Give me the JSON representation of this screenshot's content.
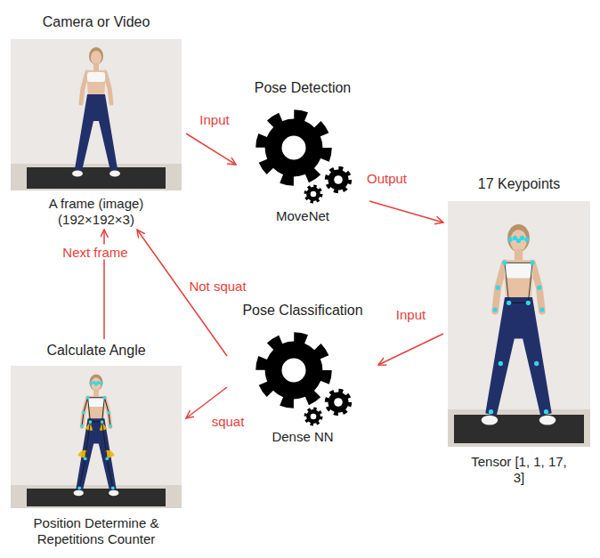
{
  "diagram": {
    "nodes": [
      {
        "text": [
          "Camera or Video",
          "A frame (image) (192×192×3)"
        ]
      },
      {
        "text": [
          "Pose Detection",
          "MoveNet"
        ]
      },
      {
        "text": [
          "17 Keypoints",
          "Tensor [1, 1, 17, 3]"
        ]
      },
      {
        "text": [
          "Pose Classification",
          "Dense NN"
        ]
      },
      {
        "text": [
          "Calculate Angle",
          "Position Determine & Repetitions Counter"
        ]
      }
    ],
    "edges": [
      {
        "from": 0,
        "to": 1,
        "label": "Input",
        "arrow": "to"
      },
      {
        "from": 1,
        "to": 2,
        "label": "Output",
        "arrow": "to"
      },
      {
        "from": 2,
        "to": 3,
        "label": "Input",
        "arrow": "to"
      },
      {
        "from": 3,
        "to": 0,
        "label": "Not squat",
        "arrow": "to"
      },
      {
        "from": 3,
        "to": 4,
        "label": "squat",
        "arrow": "to"
      },
      {
        "from": 4,
        "to": 0,
        "label": "Next frame",
        "arrow": "to"
      }
    ]
  }
}
